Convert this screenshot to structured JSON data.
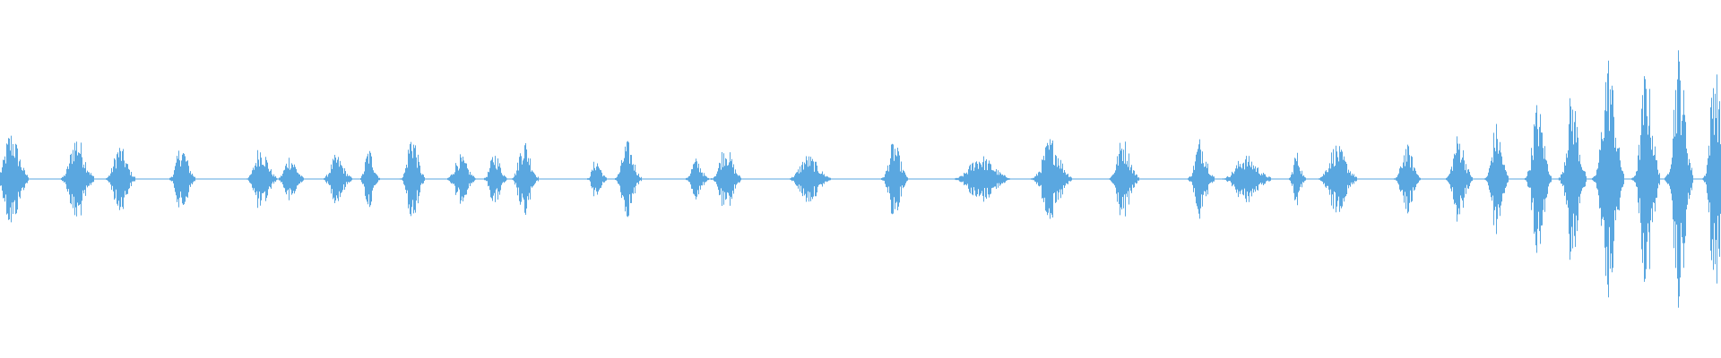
{
  "waveform": {
    "color": "#5aa7e0",
    "baseline_ratio": 0.5,
    "segments": [
      {
        "center": 0.006,
        "width": 0.02,
        "amp": 0.14
      },
      {
        "center": 0.044,
        "width": 0.02,
        "amp": 0.13
      },
      {
        "center": 0.069,
        "width": 0.018,
        "amp": 0.1
      },
      {
        "center": 0.105,
        "width": 0.016,
        "amp": 0.1
      },
      {
        "center": 0.151,
        "width": 0.018,
        "amp": 0.1
      },
      {
        "center": 0.168,
        "width": 0.016,
        "amp": 0.07
      },
      {
        "center": 0.195,
        "width": 0.018,
        "amp": 0.07
      },
      {
        "center": 0.214,
        "width": 0.012,
        "amp": 0.09
      },
      {
        "center": 0.239,
        "width": 0.014,
        "amp": 0.14
      },
      {
        "center": 0.267,
        "width": 0.018,
        "amp": 0.07
      },
      {
        "center": 0.287,
        "width": 0.014,
        "amp": 0.08
      },
      {
        "center": 0.304,
        "width": 0.016,
        "amp": 0.12
      },
      {
        "center": 0.346,
        "width": 0.012,
        "amp": 0.06
      },
      {
        "center": 0.364,
        "width": 0.016,
        "amp": 0.11
      },
      {
        "center": 0.404,
        "width": 0.014,
        "amp": 0.06
      },
      {
        "center": 0.421,
        "width": 0.018,
        "amp": 0.1
      },
      {
        "center": 0.469,
        "width": 0.026,
        "amp": 0.07
      },
      {
        "center": 0.519,
        "width": 0.016,
        "amp": 0.11
      },
      {
        "center": 0.569,
        "width": 0.034,
        "amp": 0.07
      },
      {
        "center": 0.61,
        "width": 0.024,
        "amp": 0.12
      },
      {
        "center": 0.652,
        "width": 0.018,
        "amp": 0.12
      },
      {
        "center": 0.697,
        "width": 0.016,
        "amp": 0.12
      },
      {
        "center": 0.723,
        "width": 0.03,
        "amp": 0.07
      },
      {
        "center": 0.753,
        "width": 0.01,
        "amp": 0.08
      },
      {
        "center": 0.776,
        "width": 0.024,
        "amp": 0.1
      },
      {
        "center": 0.817,
        "width": 0.016,
        "amp": 0.1
      },
      {
        "center": 0.847,
        "width": 0.016,
        "amp": 0.13
      },
      {
        "center": 0.869,
        "width": 0.014,
        "amp": 0.16
      },
      {
        "center": 0.893,
        "width": 0.016,
        "amp": 0.22
      },
      {
        "center": 0.913,
        "width": 0.016,
        "amp": 0.25
      },
      {
        "center": 0.934,
        "width": 0.018,
        "amp": 0.36
      },
      {
        "center": 0.956,
        "width": 0.016,
        "amp": 0.32
      },
      {
        "center": 0.975,
        "width": 0.016,
        "amp": 0.38
      },
      {
        "center": 0.996,
        "width": 0.014,
        "amp": 0.35
      }
    ]
  }
}
